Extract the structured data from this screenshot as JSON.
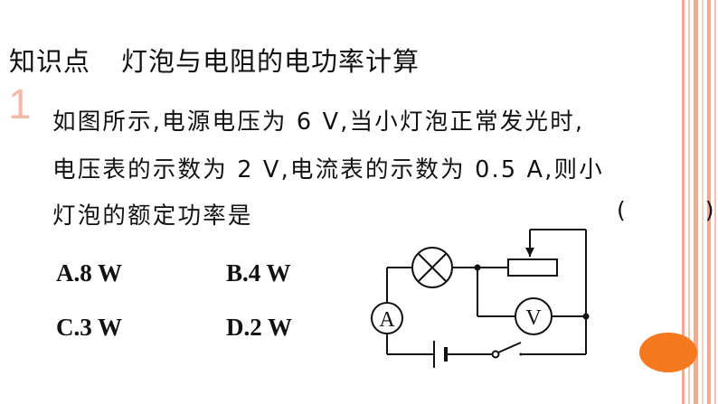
{
  "section": {
    "label": "知识点",
    "topic": "灯泡与电阻的电功率计算"
  },
  "question": {
    "number": "1",
    "line1": "如图所示,电源电压为 6 V,当小灯泡正常发光时,",
    "line2": "电压表的示数为 2 V,电流表的示数为 0.5 A,则小",
    "line3": "灯泡的额定功率是",
    "answer_paren": "( )"
  },
  "options": {
    "a": "A.8 W",
    "b": "B.4 W",
    "c": "C.3 W",
    "d": "D.2 W"
  },
  "circuit": {
    "ammeter_symbol": "A",
    "voltmeter_symbol": "V"
  },
  "colors": {
    "question_number": "#f4b9a6",
    "stripe": "#f3a98f",
    "decor_dot": "#f6781f"
  }
}
